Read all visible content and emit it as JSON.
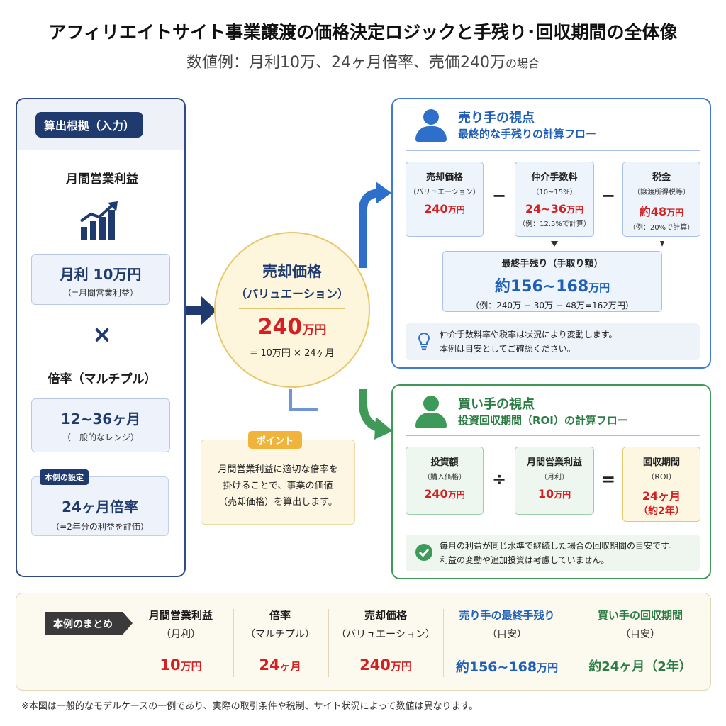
{
  "title": "アフィリエイトサイト事業譲渡の価格決定ロジックと手残り･回収期間の全体像",
  "subtitle": "数値例：月利10万、24ヶ月倍率、売価240万",
  "subtitle_suffix": "の場合",
  "colors": {
    "navy": "#1f3a6e",
    "blue": "#3f7bd1",
    "green": "#3f9a5a",
    "red": "#d42020",
    "gold": "#f0b43a"
  },
  "inputs": {
    "tag": "算出根拠（入力）",
    "profit_label": "月間営業利益",
    "profit_icon": "bar-chart-growth-icon",
    "profit_value": "月利 10万円",
    "profit_note": "（=月間営業利益）",
    "times": "×",
    "multiple_label": "倍率（マルチプル）",
    "multiple_range": "12~36ヶ月",
    "multiple_note": "（一般的なレンジ）",
    "setting_tag": "本例の設定",
    "setting_value": "24ヶ月倍率",
    "setting_note": "（=2年分の利益を評価）"
  },
  "center": {
    "title": "売却価格",
    "subtitle": "（バリュエーション）",
    "value": "240",
    "unit": "万円",
    "formula": "= 10万円 × 24ヶ月",
    "point_tag": "ポイント",
    "point_lines": [
      "月間営業利益に適切な倍率を",
      "掛けることで、事業の価値",
      "（売却価格）を算出します。"
    ]
  },
  "seller": {
    "title": "売り手の視点",
    "subtitle": "最終的な手残りの計算フロー",
    "boxes": [
      {
        "label": "売却価格",
        "sub": "（バリュエーション）",
        "value": "240",
        "unit": "万円",
        "note": ""
      },
      {
        "label": "仲介手数料",
        "sub": "（10~15%）",
        "value": "24~36",
        "unit": "万円",
        "note": "（例：12.5%で計算）"
      },
      {
        "label": "税金",
        "sub": "（譲渡所得税等）",
        "value": "約48",
        "unit": "万円",
        "note": "（例：20%で計算）"
      }
    ],
    "op1": "−",
    "op2": "−",
    "final_label": "最終手残り（手取り額）",
    "final_value": "約156~168",
    "final_unit": "万円",
    "final_note": "（例：240万 − 30万 − 48万=162万円）",
    "note_lines": [
      "仲介手数料率や税率は状況により変動します。",
      "本例は目安としてご確認ください。"
    ]
  },
  "buyer": {
    "title": "買い手の視点",
    "subtitle": "投資回収期間（ROI）の計算フロー",
    "boxes": [
      {
        "label": "投資額",
        "sub": "（購入価格）",
        "value": "240",
        "unit": "万円"
      },
      {
        "label": "月間営業利益",
        "sub": "（月利）",
        "value": "10",
        "unit": "万円"
      },
      {
        "label": "回収期間",
        "sub": "（ROI）",
        "value": "24ヶ月",
        "value2": "（約2年）"
      }
    ],
    "op1": "÷",
    "op2": "=",
    "note_lines": [
      "毎月の利益が同じ水準で継続した場合の回収期間の目安です。",
      "利益の変動や追加投資は考慮していません。"
    ]
  },
  "summary": {
    "tag": "本例のまとめ",
    "cols": [
      {
        "h": "月間営業利益",
        "s": "（月利）",
        "v": "10",
        "u": "万円"
      },
      {
        "h": "倍率",
        "s": "（マルチプル）",
        "v": "24",
        "u": "ヶ月"
      },
      {
        "h": "売却価格",
        "s": "（バリュエーション）",
        "v": "240",
        "u": "万円"
      },
      {
        "h": "売り手の最終手残り",
        "s": "（目安）",
        "v": "約156~168",
        "u": "万円"
      },
      {
        "h": "買い手の回収期間",
        "s": "（目安）",
        "v": "約24ヶ月（2年）",
        "u": ""
      }
    ]
  },
  "footnote": "※本図は一般的なモデルケースの一例であり、実際の取引条件や税制、サイト状況によって数値は異なります。"
}
